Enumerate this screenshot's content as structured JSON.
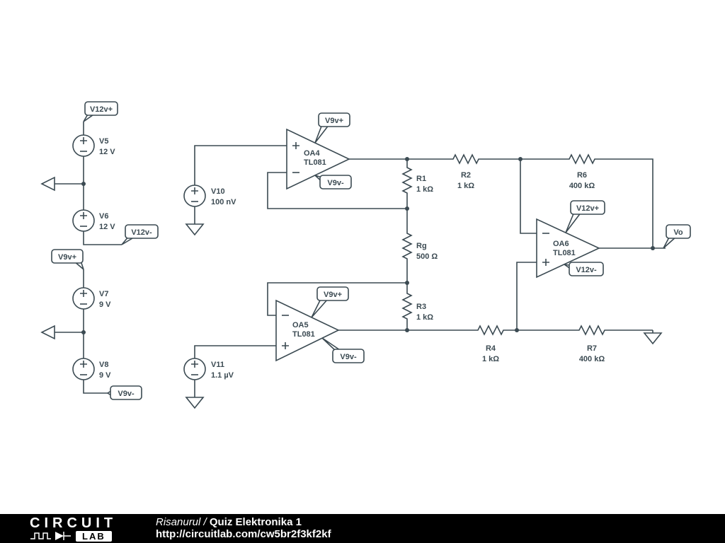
{
  "app": {
    "name": "CircuitLab"
  },
  "colors": {
    "wire": "#3b4a52",
    "canvas": "#ffffff",
    "footer_bg": "#000000",
    "footer_text": "#ffffff"
  },
  "schematic": {
    "sources": {
      "v5": {
        "name": "V5",
        "value": "12 V"
      },
      "v6": {
        "name": "V6",
        "value": "12 V"
      },
      "v7": {
        "name": "V7",
        "value": "9 V"
      },
      "v8": {
        "name": "V8",
        "value": "9 V"
      },
      "v10": {
        "name": "V10",
        "value": "100 nV"
      },
      "v11": {
        "name": "V11",
        "value": "1.1 µV"
      }
    },
    "opamps": {
      "oa4": {
        "name": "OA4",
        "model": "TL081"
      },
      "oa5": {
        "name": "OA5",
        "model": "TL081"
      },
      "oa6": {
        "name": "OA6",
        "model": "TL081"
      }
    },
    "resistors": {
      "r1": {
        "name": "R1",
        "value": "1 kΩ"
      },
      "r2": {
        "name": "R2",
        "value": "1 kΩ"
      },
      "r3": {
        "name": "R3",
        "value": "1 kΩ"
      },
      "r4": {
        "name": "R4",
        "value": "1 kΩ"
      },
      "r6": {
        "name": "R6",
        "value": "400 kΩ"
      },
      "r7": {
        "name": "R7",
        "value": "400 kΩ"
      },
      "rg": {
        "name": "Rg",
        "value": "500 Ω"
      }
    },
    "flags": {
      "v12_plus": "V12v+",
      "v12_minus": "V12v-",
      "v9_plus": "V9v+",
      "v9_minus": "V9v-",
      "vo": "Vo"
    }
  },
  "footer": {
    "logo_top": "CIRCUIT",
    "logo_lab": "LAB",
    "author": "Risanurul /",
    "title": "Quiz Elektronika 1",
    "url": "http://circuitlab.com/cw5br2f3kf2kf"
  }
}
